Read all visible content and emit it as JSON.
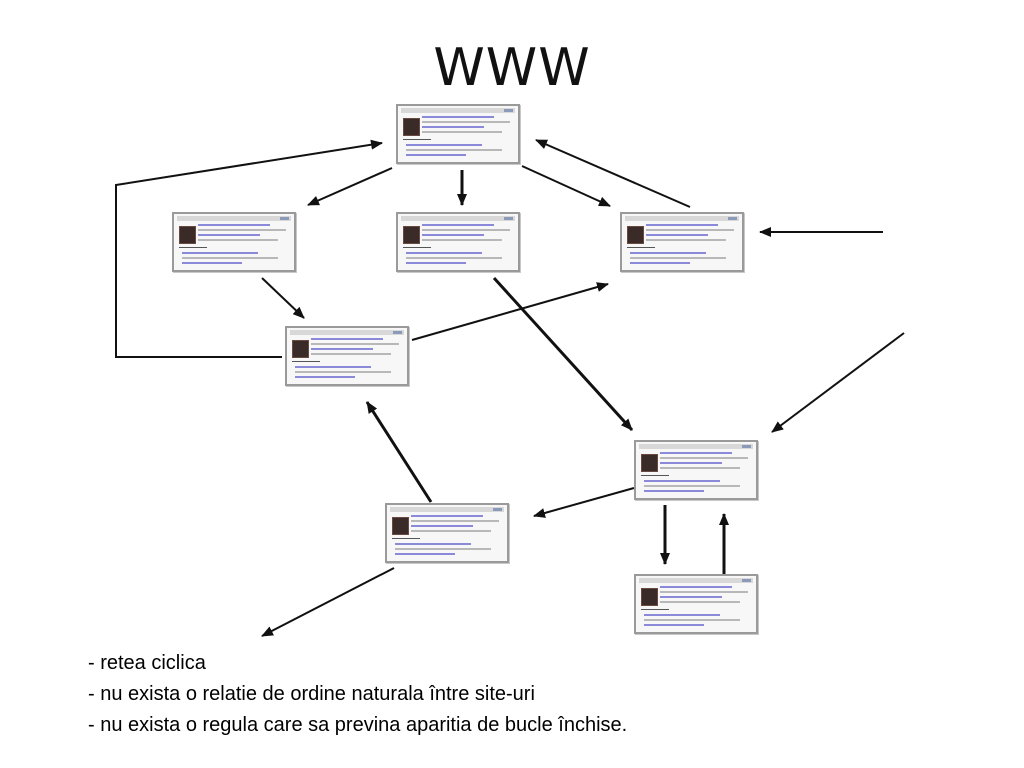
{
  "title": "WWW",
  "diagram": {
    "arrow_color": "#111111",
    "pages": [
      {
        "id": "top"
      },
      {
        "id": "left"
      },
      {
        "id": "center"
      },
      {
        "id": "right"
      },
      {
        "id": "mid-left"
      },
      {
        "id": "mid-right"
      },
      {
        "id": "bottom-center"
      },
      {
        "id": "bottom-right"
      }
    ],
    "links": [
      {
        "from": "top",
        "to": "left"
      },
      {
        "from": "top",
        "to": "center"
      },
      {
        "from": "top",
        "to": "right"
      },
      {
        "from": "right",
        "to": "top"
      },
      {
        "from": "external-right",
        "to": "right"
      },
      {
        "from": "left",
        "to": "mid-left"
      },
      {
        "from": "mid-left",
        "to": "right"
      },
      {
        "from": "mid-left",
        "to": "top"
      },
      {
        "from": "center",
        "to": "mid-right"
      },
      {
        "from": "external-right",
        "to": "mid-right"
      },
      {
        "from": "mid-right",
        "to": "bottom-center"
      },
      {
        "from": "bottom-center",
        "to": "mid-left"
      },
      {
        "from": "bottom-center",
        "to": "external-left"
      },
      {
        "from": "mid-right",
        "to": "bottom-right"
      },
      {
        "from": "bottom-right",
        "to": "mid-right"
      }
    ]
  },
  "bullets": [
    "retea ciclica",
    "nu exista o relatie de ordine naturala între site-uri",
    "nu exista o regula care sa previna aparitia de bucle închise."
  ]
}
